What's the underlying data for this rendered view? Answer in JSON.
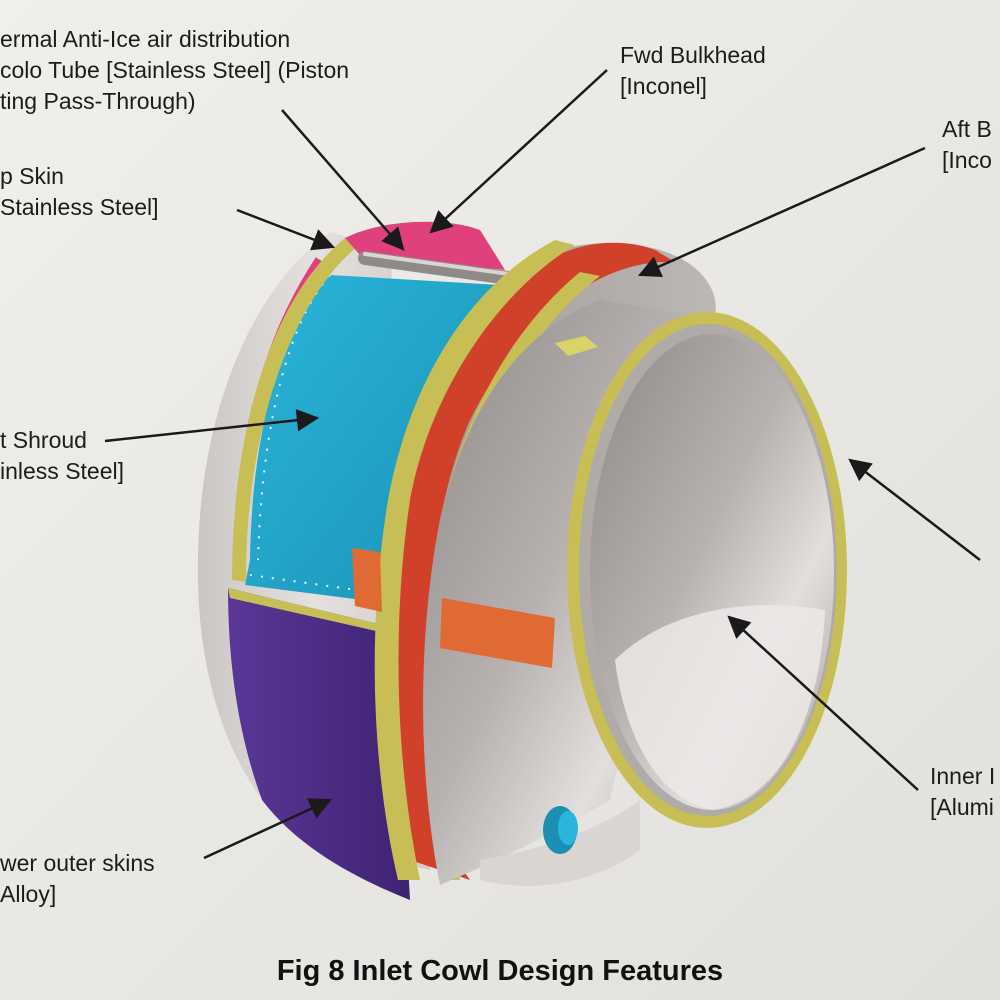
{
  "labels": {
    "anti_ice": [
      "ermal Anti-Ice air distribution",
      "colo Tube [Stainless Steel] (Piston",
      "ting Pass-Through)"
    ],
    "fwd_bulkhead": [
      "Fwd Bulkhead",
      "[Inconel]"
    ],
    "aft_bulkhead": [
      "Aft B",
      "[Inco"
    ],
    "lip_skin": [
      "p Skin",
      "Stainless Steel]"
    ],
    "shroud": [
      "t Shroud",
      "inless Steel]"
    ],
    "inner": [
      "Inner I",
      "[Alumi"
    ],
    "outer_skins": [
      "wer outer skins",
      "Alloy]"
    ]
  },
  "caption": "Fig 8 Inlet Cowl Design Features",
  "colors": {
    "lip_skin": "#d6d3d2",
    "shroud": "#21a3c8",
    "outer_skin": "#4b2a84",
    "bulkhead_rim": "#c7bf55",
    "anti_ice_band": "#d1412a",
    "inner_barrel": "#a9a4a2",
    "fitting": "#e06a33",
    "pink": "#e0407c"
  },
  "icons": [
    "leader-arrow"
  ]
}
